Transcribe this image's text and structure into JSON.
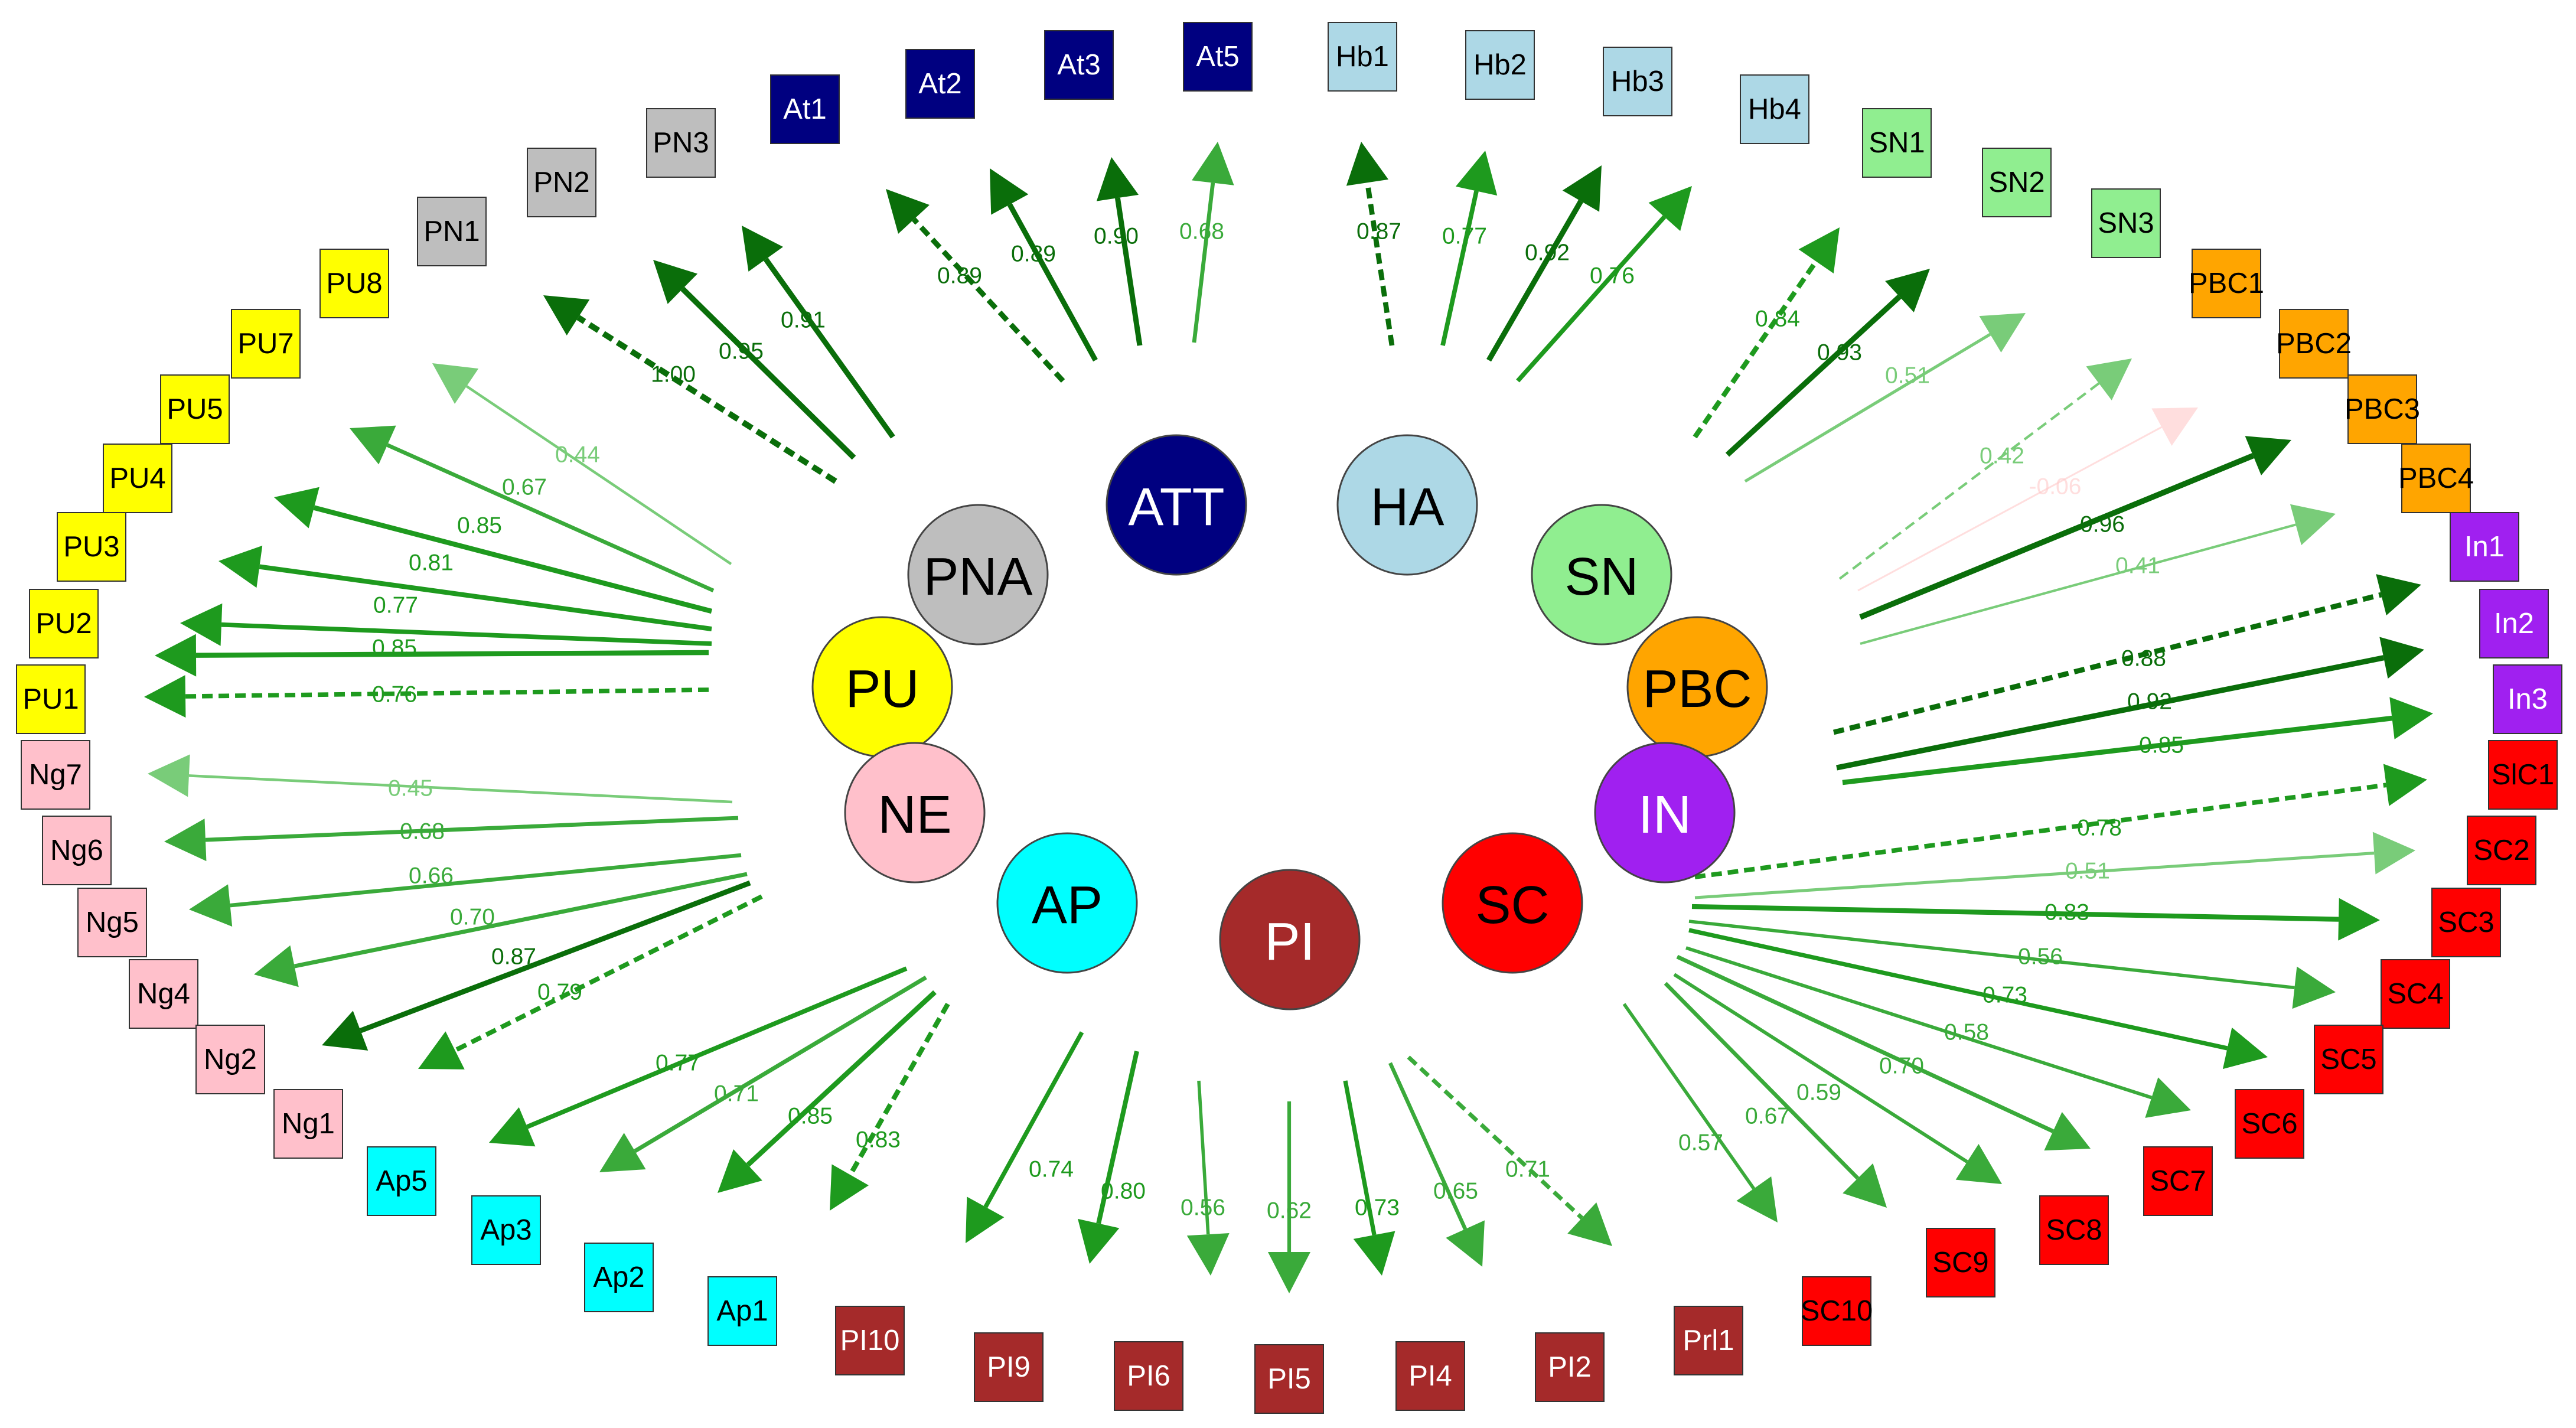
{
  "diagram": {
    "factors": [
      {
        "id": "ATT",
        "label": "ATT",
        "color": "#000080",
        "text_color": "#ffffff"
      },
      {
        "id": "HA",
        "label": "HA",
        "color": "#add8e6",
        "text_color": "#000000"
      },
      {
        "id": "PNA",
        "label": "PNA",
        "color": "#bebebe",
        "text_color": "#000000"
      },
      {
        "id": "SN",
        "label": "SN",
        "color": "#90ee90",
        "text_color": "#000000"
      },
      {
        "id": "PU",
        "label": "PU",
        "color": "#ffff00",
        "text_color": "#000000"
      },
      {
        "id": "PBC",
        "label": "PBC",
        "color": "#ffa500",
        "text_color": "#000000"
      },
      {
        "id": "NE",
        "label": "NE",
        "color": "#ffc0cb",
        "text_color": "#000000"
      },
      {
        "id": "IN",
        "label": "IN",
        "color": "#a020f0",
        "text_color": "#ffffff"
      },
      {
        "id": "AP",
        "label": "AP",
        "color": "#00ffff",
        "text_color": "#000000"
      },
      {
        "id": "SC",
        "label": "SC",
        "color": "#ff0000",
        "text_color": "#000000"
      },
      {
        "id": "PI",
        "label": "PI",
        "color": "#a52a2a",
        "text_color": "#ffffff"
      }
    ],
    "indicators": [
      {
        "label": "At1",
        "factor": "ATT",
        "loading": "0.89",
        "value": 0.89,
        "dashed": true
      },
      {
        "label": "At2",
        "factor": "ATT",
        "loading": "0.89",
        "value": 0.89,
        "dashed": false
      },
      {
        "label": "At3",
        "factor": "ATT",
        "loading": "0.90",
        "value": 0.9,
        "dashed": false
      },
      {
        "label": "At5",
        "factor": "ATT",
        "loading": "0.68",
        "value": 0.68,
        "dashed": false
      },
      {
        "label": "Hb1",
        "factor": "HA",
        "loading": "0.87",
        "value": 0.87,
        "dashed": true
      },
      {
        "label": "Hb2",
        "factor": "HA",
        "loading": "0.77",
        "value": 0.77,
        "dashed": false
      },
      {
        "label": "Hb3",
        "factor": "HA",
        "loading": "0.92",
        "value": 0.92,
        "dashed": false
      },
      {
        "label": "Hb4",
        "factor": "HA",
        "loading": "0.76",
        "value": 0.76,
        "dashed": false
      },
      {
        "label": "PN1",
        "factor": "PNA",
        "loading": "1.00",
        "value": 1.0,
        "dashed": true
      },
      {
        "label": "PN2",
        "factor": "PNA",
        "loading": "0.95",
        "value": 0.95,
        "dashed": false
      },
      {
        "label": "PN3",
        "factor": "PNA",
        "loading": "0.91",
        "value": 0.91,
        "dashed": false
      },
      {
        "label": "SN1",
        "factor": "SN",
        "loading": "0.84",
        "value": 0.84,
        "dashed": true
      },
      {
        "label": "SN2",
        "factor": "SN",
        "loading": "0.93",
        "value": 0.93,
        "dashed": false
      },
      {
        "label": "SN3",
        "factor": "SN",
        "loading": "0.51",
        "value": 0.51,
        "dashed": false
      },
      {
        "label": "PU8",
        "factor": "PU",
        "loading": "0.44",
        "value": 0.44,
        "dashed": false
      },
      {
        "label": "PU7",
        "factor": "PU",
        "loading": "0.67",
        "value": 0.67,
        "dashed": false
      },
      {
        "label": "PU5",
        "factor": "PU",
        "loading": "0.85",
        "value": 0.85,
        "dashed": false
      },
      {
        "label": "PU4",
        "factor": "PU",
        "loading": "0.81",
        "value": 0.81,
        "dashed": false
      },
      {
        "label": "PU3",
        "factor": "PU",
        "loading": "0.77",
        "value": 0.77,
        "dashed": false
      },
      {
        "label": "PU2",
        "factor": "PU",
        "loading": "0.85",
        "value": 0.85,
        "dashed": false
      },
      {
        "label": "PU1",
        "factor": "PU",
        "loading": "0.76",
        "value": 0.76,
        "dashed": true
      },
      {
        "label": "PBC1",
        "factor": "PBC",
        "loading": "0.42",
        "value": 0.42,
        "dashed": true
      },
      {
        "label": "PBC2",
        "factor": "PBC",
        "loading": "-0.06",
        "value": -0.06,
        "dashed": false
      },
      {
        "label": "PBC3",
        "factor": "PBC",
        "loading": "0.96",
        "value": 0.96,
        "dashed": false
      },
      {
        "label": "PBC4",
        "factor": "PBC",
        "loading": "0.41",
        "value": 0.41,
        "dashed": false
      },
      {
        "label": "In1",
        "factor": "IN",
        "loading": "0.88",
        "value": 0.88,
        "dashed": true
      },
      {
        "label": "In2",
        "factor": "IN",
        "loading": "0.92",
        "value": 0.92,
        "dashed": false
      },
      {
        "label": "In3",
        "factor": "IN",
        "loading": "0.85",
        "value": 0.85,
        "dashed": false
      },
      {
        "label": "Ng7",
        "factor": "NE",
        "loading": "0.45",
        "value": 0.45,
        "dashed": false
      },
      {
        "label": "Ng6",
        "factor": "NE",
        "loading": "0.68",
        "value": 0.68,
        "dashed": false
      },
      {
        "label": "Ng5",
        "factor": "NE",
        "loading": "0.66",
        "value": 0.66,
        "dashed": false
      },
      {
        "label": "Ng4",
        "factor": "NE",
        "loading": "0.70",
        "value": 0.7,
        "dashed": false
      },
      {
        "label": "Ng2",
        "factor": "NE",
        "loading": "0.87",
        "value": 0.87,
        "dashed": false
      },
      {
        "label": "Ng1",
        "factor": "NE",
        "loading": "0.79",
        "value": 0.79,
        "dashed": true
      },
      {
        "label": "SlC1",
        "factor": "SC",
        "loading": "0.78",
        "value": 0.78,
        "dashed": true
      },
      {
        "label": "SC2",
        "factor": "SC",
        "loading": "0.51",
        "value": 0.51,
        "dashed": false
      },
      {
        "label": "SC3",
        "factor": "SC",
        "loading": "0.83",
        "value": 0.83,
        "dashed": false
      },
      {
        "label": "SC4",
        "factor": "SC",
        "loading": "0.56",
        "value": 0.56,
        "dashed": false
      },
      {
        "label": "SC5",
        "factor": "SC",
        "loading": "0.73",
        "value": 0.73,
        "dashed": false
      },
      {
        "label": "SC6",
        "factor": "SC",
        "loading": "0.58",
        "value": 0.58,
        "dashed": false
      },
      {
        "label": "SC7",
        "factor": "SC",
        "loading": "0.70",
        "value": 0.7,
        "dashed": false
      },
      {
        "label": "SC8",
        "factor": "SC",
        "loading": "0.59",
        "value": 0.59,
        "dashed": false
      },
      {
        "label": "SC9",
        "factor": "SC",
        "loading": "0.67",
        "value": 0.67,
        "dashed": false
      },
      {
        "label": "SC10",
        "factor": "SC",
        "loading": "0.57",
        "value": 0.57,
        "dashed": false
      },
      {
        "label": "Ap5",
        "factor": "AP",
        "loading": "0.77",
        "value": 0.77,
        "dashed": false
      },
      {
        "label": "Ap3",
        "factor": "AP",
        "loading": "0.71",
        "value": 0.71,
        "dashed": false
      },
      {
        "label": "Ap2",
        "factor": "AP",
        "loading": "0.85",
        "value": 0.85,
        "dashed": false
      },
      {
        "label": "Ap1",
        "factor": "AP",
        "loading": "0.83",
        "value": 0.83,
        "dashed": true
      },
      {
        "label": "PI10",
        "factor": "PI",
        "loading": "0.74",
        "value": 0.74,
        "dashed": false
      },
      {
        "label": "PI9",
        "factor": "PI",
        "loading": "0.80",
        "value": 0.8,
        "dashed": false
      },
      {
        "label": "PI6",
        "factor": "PI",
        "loading": "0.56",
        "value": 0.56,
        "dashed": false
      },
      {
        "label": "PI5",
        "factor": "PI",
        "loading": "0.62",
        "value": 0.62,
        "dashed": false
      },
      {
        "label": "PI4",
        "factor": "PI",
        "loading": "0.73",
        "value": 0.73,
        "dashed": false
      },
      {
        "label": "PI2",
        "factor": "PI",
        "loading": "0.65",
        "value": 0.65,
        "dashed": false
      },
      {
        "label": "Prl1",
        "factor": "PI",
        "loading": "0.71",
        "value": 0.71,
        "dashed": true
      }
    ]
  }
}
